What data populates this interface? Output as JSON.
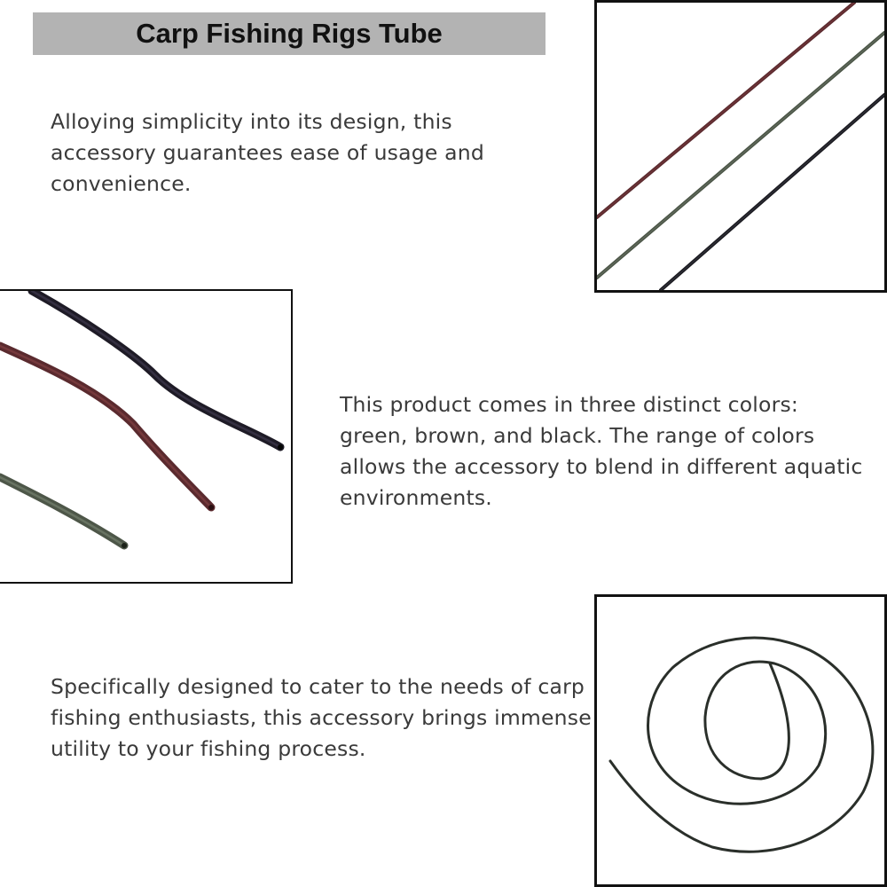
{
  "header": {
    "title": "Carp Fishing Rigs Tube"
  },
  "sections": [
    {
      "text": "Alloying simplicity into its design, this accessory guarantees ease of usage and convenience."
    },
    {
      "text": "This product comes in three distinct colors: green, brown, and black. The range of colors allows the accessory to blend in different aquatic environments."
    },
    {
      "text": "Specifically designed to cater to the needs of carp fishing enthusiasts, this accessory brings immense utility to your fishing process."
    }
  ],
  "colors": {
    "title_bar": "#b3b3b3",
    "tube_brown": "#5a2a2e",
    "tube_green": "#4a5446",
    "tube_black": "#1a1a1f",
    "text": "#3a3a3a"
  }
}
